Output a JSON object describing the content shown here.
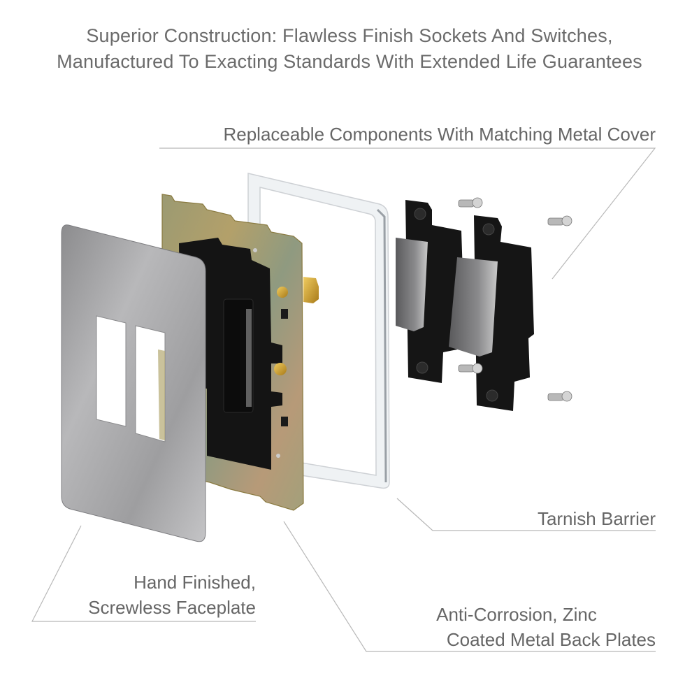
{
  "headline": {
    "line1": "Superior Construction: Flawless Finish Sockets And Switches,",
    "line2": "Manufactured To Exacting Standards With Extended Life Guarantees"
  },
  "callouts": {
    "components": "Replaceable Components With Matching Metal Cover",
    "tarnish": "Tarnish Barrier",
    "faceplate_line1": "Hand Finished,",
    "faceplate_line2": "Screwless Faceplate",
    "backplate_line1": "Anti-Corrosion, Zinc",
    "backplate_line2": "Coated Metal Back Plates"
  },
  "colors": {
    "text": "#666666",
    "leader_line": "#b5b5b5",
    "brushed_steel": "#a9a9ab",
    "zinc_plate": "#a8a27a",
    "black_module": "#141414",
    "brass": "#c9a030"
  }
}
